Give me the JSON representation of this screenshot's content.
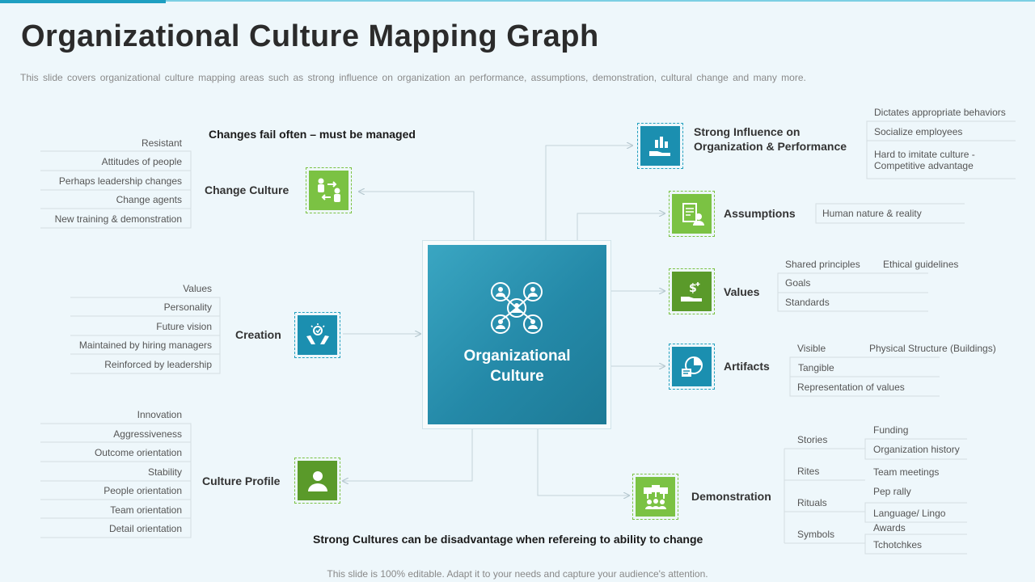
{
  "title": "Organizational Culture Mapping Graph",
  "subtitle": "This slide covers organizational culture mapping areas such as strong influence on organization an performance, assumptions, demonstration, cultural change and many more.",
  "top_note": "Changes fail often – must be managed",
  "bottom_note": "Strong Cultures can be disadvantage when refereing to ability to change",
  "footer": "This slide is 100% editable. Adapt it to your needs and capture your audience's attention.",
  "center": {
    "line1": "Organizational",
    "line2": "Culture"
  },
  "change_culture": {
    "label": "Change Culture",
    "items": [
      "Resistant",
      "Attitudes of people",
      "Perhaps leadership changes",
      "Change agents",
      "New training & demonstration"
    ]
  },
  "creation": {
    "label": "Creation",
    "items": [
      "Values",
      "Personality",
      "Future vision",
      "Maintained by hiring managers",
      "Reinforced by leadership"
    ]
  },
  "culture_profile": {
    "label": "Culture Profile",
    "items": [
      "Innovation",
      "Aggressiveness",
      "Outcome orientation",
      "Stability",
      "People orientation",
      "Team orientation",
      "Detail orientation"
    ]
  },
  "strong_influence": {
    "label_line1": "Strong Influence on",
    "label_line2": "Organization & Performance",
    "items": [
      "Dictates appropriate behaviors",
      "Socialize employees",
      "Hard to imitate culture -",
      "Competitive advantage"
    ]
  },
  "assumptions": {
    "label": "Assumptions",
    "items": [
      "Human nature & reality"
    ]
  },
  "values": {
    "label": "Values",
    "items": [
      "Shared principles",
      "Ethical guidelines",
      "Goals",
      "Standards"
    ]
  },
  "artifacts": {
    "label": "Artifacts",
    "items": [
      "Visible",
      "Physical Structure (Buildings)",
      "Tangible",
      "Representation of values"
    ]
  },
  "demonstration": {
    "label": "Demonstration",
    "groups": [
      "Stories",
      "Rites",
      "Rituals",
      "Symbols"
    ],
    "items": [
      "Funding",
      "Organization history",
      "Team meetings",
      "Pep rally",
      "Language/ Lingo",
      "Awards",
      "Tchotchkes"
    ]
  },
  "colors": {
    "accent_blue": "#1b8fb0",
    "accent_green": "#7bc243",
    "dark_green": "#5a9a2a"
  }
}
